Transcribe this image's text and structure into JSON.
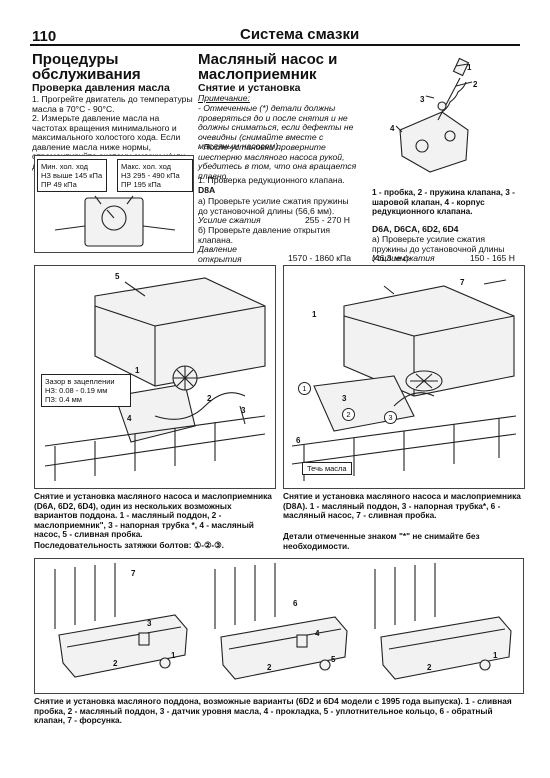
{
  "header": {
    "page_number": "110",
    "section": "Система смазки"
  },
  "col1": {
    "title": "Процедуры обслуживания",
    "subtitle": "Проверка давления масла",
    "steps": [
      "1. Прогрейте двигатель до температуры масла в 70°C - 90°C.",
      "2. Измерьте давление масла на частотах вращения минимального и максимального холостого хода. Если давление масла ниже нормы, отремонтируйте систему смазки и/или двигатель."
    ],
    "gauge_min": {
      "line1": "Мин. хол. ход",
      "line2": "НЗ выше 145 кПа",
      "line3": "ПР 49 кПа"
    },
    "gauge_max": {
      "line1": "Макс. хол. ход",
      "line2": "НЗ 295 - 490 кПа",
      "line3": "ПР 195 кПа"
    }
  },
  "col2": {
    "title": "Масляный насос и маслоприемник",
    "subtitle": "Снятие и установка",
    "note_label": "Примечание:",
    "note1": "- Отмеченные (*) детали должны проверяться до и после снятия и не должны сниматься, если дефекты не очевидны (снимайте вместе с масляным насосом).",
    "note2": "- После установки проверните шестерню масляного насоса рукой, убедитесь в том, что она вращается плавно.",
    "check_title": "1. Проверка редукционного клапана.",
    "d8a": "D8A",
    "a_text": "а) Проверьте усилие сжатия пружины до установочной длины (56,6 мм).",
    "force_label": "Усилие сжатия",
    "force_value": "255 - 270 Н",
    "b_text": "б) Проверьте давление открытия клапана.",
    "pressure_label": "Давление открытия",
    "pressure_value": "1570 - 1860 кПа"
  },
  "col3": {
    "valve_caption": "1 - пробка, 2 - пружина клапана, 3 - шаровой клапан, 4 - корпус редукционного клапана.",
    "models": "D6A, D6CA, 6D2, 6D4",
    "a_text": "а) Проверьте усилие сжатия пружины до установочной длины (46,3 мм).",
    "force_label": "Усилие сжатия",
    "force_value": "150 - 165 Н"
  },
  "fig_left": {
    "gap_title": "Зазор в зацеплении",
    "gap_nz": "НЗ: 0.08 - 0.19 мм",
    "gap_pz": "ПЗ: 0.4 мм",
    "caption": "Снятие и установка масляного насоса и маслоприемника (D6A, 6D2, 6D4), один из нескольких возможных вариантов поддона. 1 - масляный поддон, 2 - маслоприемник\", 3 - напорная трубка *, 4 - масляный насос, 5 - сливная пробка.",
    "sequence": "Последовательность затяжки болтов: ①-②-③."
  },
  "fig_right": {
    "oil_flow": "Течь масла",
    "caption": "Снятие и установка масляного насоса и маслоприемника (D8A). 1 - масляный поддон, 3 - напорная трубка*, 6 - масляный насос, 7 - сливная пробка.",
    "note": "Детали отмеченные знаком \"*\" не снимайте без необходимости."
  },
  "fig_bottom": {
    "caption": "Снятие и установка масляного поддона, возможные варианты (6D2 и 6D4 модели с 1995 года выпуска). 1 - сливная пробка, 2 - масляный поддон, 3 - датчик уровня масла, 4 - прокладка, 5 - уплотнительное кольцо, 6 - обратный клапан, 7 - форсунка."
  }
}
